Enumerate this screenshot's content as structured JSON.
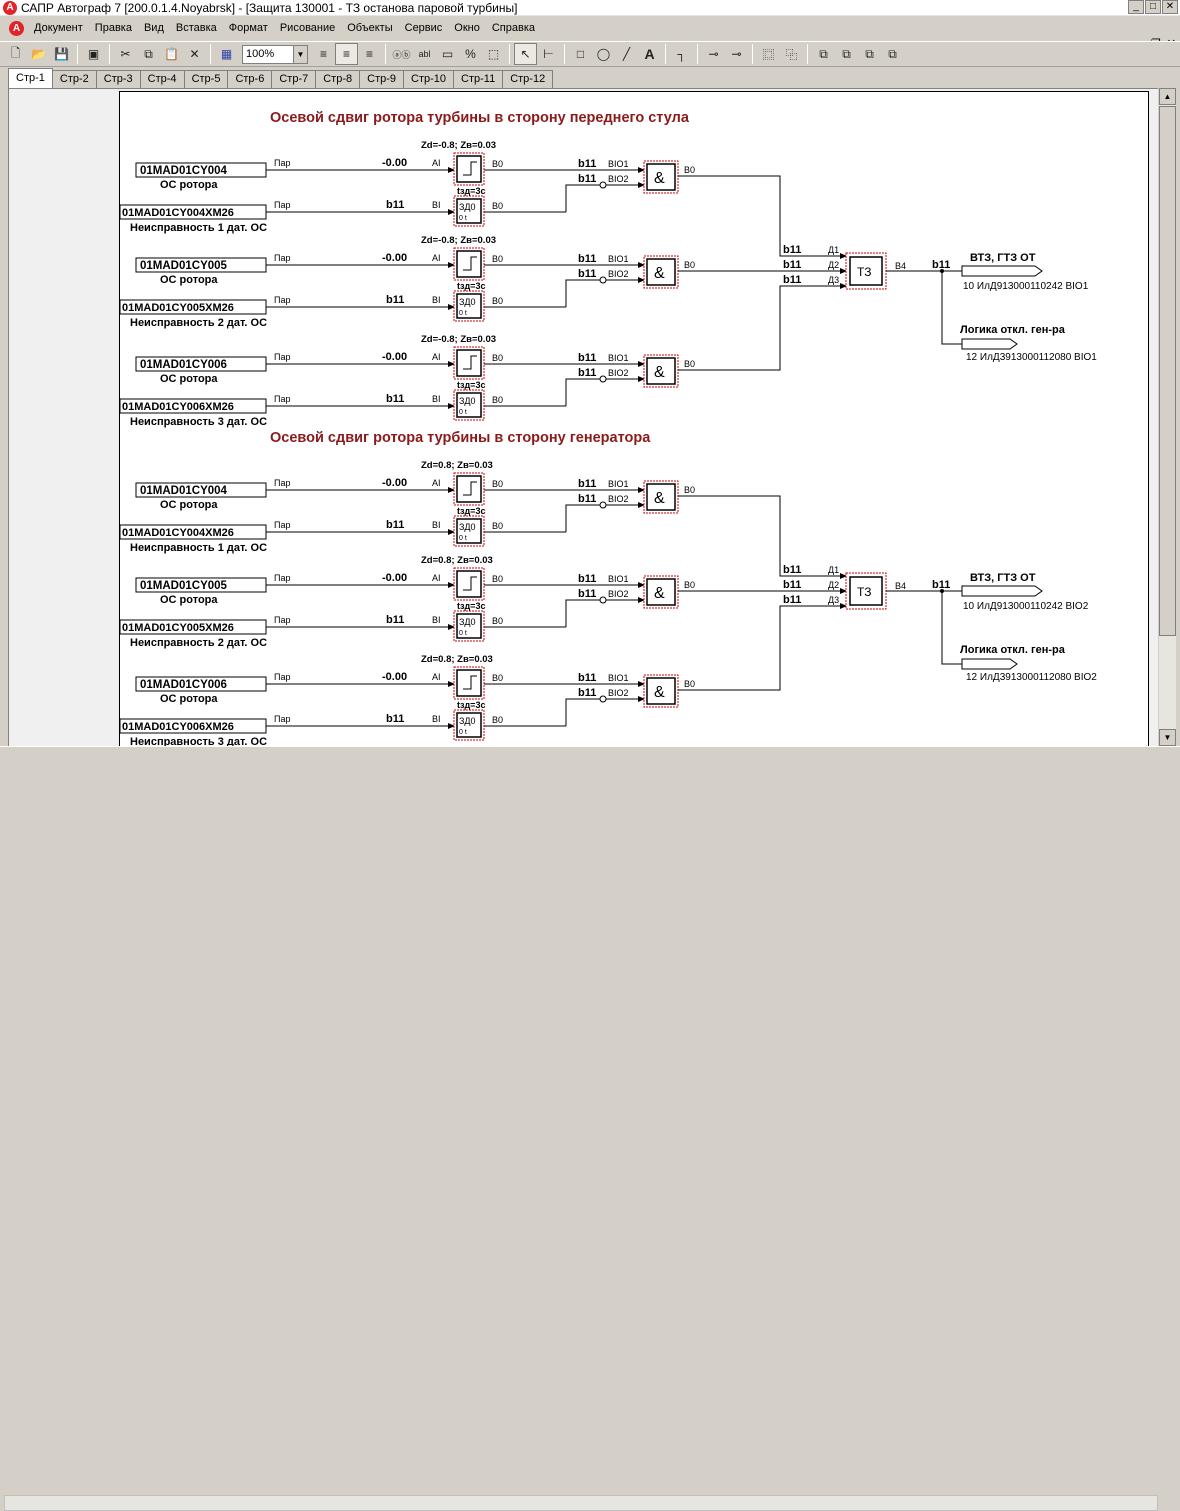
{
  "window": {
    "app_icon": "A",
    "title": "САПР Автограф 7 [200.0.1.4.Noyabrsk] - [Защита 130001 -  ТЗ останова паровой турбины]",
    "controls": [
      "minimize-icon",
      "maximize-icon",
      "close-icon"
    ]
  },
  "menu": {
    "items": [
      "Документ",
      "Правка",
      "Вид",
      "Вставка",
      "Формат",
      "Рисование",
      "Объекты",
      "Сервис",
      "Окно",
      "Справка"
    ]
  },
  "toolbar": {
    "zoom": "100%",
    "icons": [
      "new-file-icon",
      "open-icon",
      "save-icon",
      "export-icon",
      "cut-icon",
      "copy-icon",
      "paste-icon",
      "delete-icon",
      "grid-icon",
      "align-left-icon",
      "align-center-icon",
      "align-right-icon",
      "text-box-icon",
      "label-icon",
      "field-icon",
      "percent-icon",
      "frame-icon",
      "pointer-icon",
      "connector-icon",
      "rectangle-icon",
      "ellipse-icon",
      "line-icon",
      "text-tool-icon",
      "corner-icon",
      "link-icon",
      "link2-icon",
      "group-icon",
      "ungroup-icon",
      "bring-front-icon",
      "send-back-icon",
      "move-up-icon",
      "move-down-icon"
    ]
  },
  "tabs": [
    "Стр-1",
    "Стр-2",
    "Стр-3",
    "Стр-4",
    "Стр-5",
    "Стр-6",
    "Стр-7",
    "Стр-8",
    "Стр-9",
    "Стр-10",
    "Стр-11",
    "Стр-12"
  ],
  "diagram": {
    "sections": [
      {
        "heading": "Осевой сдвиг ротора турбины в сторону переднего стула",
        "rows": [
          {
            "tag": "01MAD01CY004",
            "desc": "ОС ротора",
            "par": "Пар",
            "val": "-0.00",
            "ai": "AI",
            "zd": "Zd=-0.8; Zв=0.03",
            "tzd": "tзд=3с",
            "fault_tag": "01MAD01CY004XM26",
            "fault_desc": "Неисправность 1 дат. ОС",
            "fault_par": "Пар",
            "fault_val": "b11",
            "bi": "BI",
            "delay": "ЗД0",
            "delay_sub": "0  t",
            "bo1": "B0",
            "bo2": "B0",
            "b11a": "b11",
            "b11b": "b11",
            "bio1": "BIO1",
            "bio2": "BIO2",
            "and": "&",
            "and_out": "B0",
            "d": "Д1",
            "d_b11": "b11"
          },
          {
            "tag": "01MAD01CY005",
            "desc": "ОС ротора",
            "par": "Пар",
            "val": "-0.00",
            "ai": "AI",
            "zd": "Zd=-0.8; Zв=0.03",
            "tzd": "tзд=3с",
            "fault_tag": "01MAD01CY005XM26",
            "fault_desc": "Неисправность 2 дат. ОС",
            "fault_par": "Пар",
            "fault_val": "b11",
            "bi": "BI",
            "delay": "ЗД0",
            "delay_sub": "0  t",
            "bo1": "B0",
            "bo2": "B0",
            "b11a": "b11",
            "b11b": "b11",
            "bio1": "BIO1",
            "bio2": "BIO2",
            "and": "&",
            "and_out": "B0",
            "d": "Д2",
            "d_b11": "b11"
          },
          {
            "tag": "01MAD01CY006",
            "desc": "ОС ротора",
            "par": "Пар",
            "val": "-0.00",
            "ai": "AI",
            "zd": "Zd=-0.8; Zв=0.03",
            "tzd": "tзд=3с",
            "fault_tag": "01MAD01CY006XM26",
            "fault_desc": "Неисправность 3 дат. ОС",
            "fault_par": "Пар",
            "fault_val": "b11",
            "bi": "BI",
            "delay": "ЗД0",
            "delay_sub": "0  t",
            "bo1": "B0",
            "bo2": "B0",
            "b11a": "b11",
            "b11b": "b11",
            "bio1": "BIO1",
            "bio2": "BIO2",
            "and": "&",
            "and_out": "B0",
            "d": "Д3",
            "d_b11": "b11"
          }
        ],
        "tz": "ТЗ",
        "tz_out": "B4",
        "tz_b11": "b11",
        "out1_label": "ВТЗ, ГТЗ ОТ",
        "out1_ref": "10 ИлД913000110242 BIO1",
        "out2_label": "Логика откл. ген-ра",
        "out2_ref": "12 ИлД3913000112080 BIO1"
      },
      {
        "heading": "Осевой сдвиг ротора турбины в сторону генератора",
        "rows": [
          {
            "tag": "01MAD01CY004",
            "desc": "ОС ротора",
            "par": "Пар",
            "val": "-0.00",
            "ai": "AI",
            "zd": "Zd=0.8; Zв=0.03",
            "tzd": "tзд=3с",
            "fault_tag": "01MAD01CY004XM26",
            "fault_desc": "Неисправность 1 дат. ОС",
            "fault_par": "Пар",
            "fault_val": "b11",
            "bi": "BI",
            "delay": "ЗД0",
            "delay_sub": "0  t",
            "bo1": "B0",
            "bo2": "B0",
            "b11a": "b11",
            "b11b": "b11",
            "bio1": "BIO1",
            "bio2": "BIO2",
            "and": "&",
            "and_out": "B0",
            "d": "Д1",
            "d_b11": "b11"
          },
          {
            "tag": "01MAD01CY005",
            "desc": "ОС ротора",
            "par": "Пар",
            "val": "-0.00",
            "ai": "AI",
            "zd": "Zd=0.8; Zв=0.03",
            "tzd": "tзд=3с",
            "fault_tag": "01MAD01CY005XM26",
            "fault_desc": "Неисправность 2 дат. ОС",
            "fault_par": "Пар",
            "fault_val": "b11",
            "bi": "BI",
            "delay": "ЗД0",
            "delay_sub": "0  t",
            "bo1": "B0",
            "bo2": "B0",
            "b11a": "b11",
            "b11b": "b11",
            "bio1": "BIO1",
            "bio2": "BIO2",
            "and": "&",
            "and_out": "B0",
            "d": "Д2",
            "d_b11": "b11"
          },
          {
            "tag": "01MAD01CY006",
            "desc": "ОС ротора",
            "par": "Пар",
            "val": "-0.00",
            "ai": "AI",
            "zd": "Zd=0.8; Zв=0.03",
            "tzd": "tзд=3с",
            "fault_tag": "01MAD01CY006XM26",
            "fault_desc": "Неисправность 3 дат. ОС",
            "fault_par": "Пар",
            "fault_val": "b11",
            "bi": "BI",
            "delay": "ЗД0",
            "delay_sub": "0  t",
            "bo1": "B0",
            "bo2": "B0",
            "b11a": "b11",
            "b11b": "b11",
            "bio1": "BIO1",
            "bio2": "BIO2",
            "and": "&",
            "and_out": "B0",
            "d": "Д3",
            "d_b11": "b11"
          }
        ],
        "tz": "ТЗ",
        "tz_out": "B4",
        "tz_b11": "b11",
        "out1_label": "ВТЗ, ГТЗ ОТ",
        "out1_ref": "10 ИлД913000110242 BIO2",
        "out2_label": "Логика откл. ген-ра",
        "out2_ref": "12 ИлД3913000112080 BIO2"
      }
    ]
  },
  "colors": {
    "heading": "#8b1a1a",
    "block_border": "#cc0000",
    "desktop": "#d4d0c8"
  }
}
